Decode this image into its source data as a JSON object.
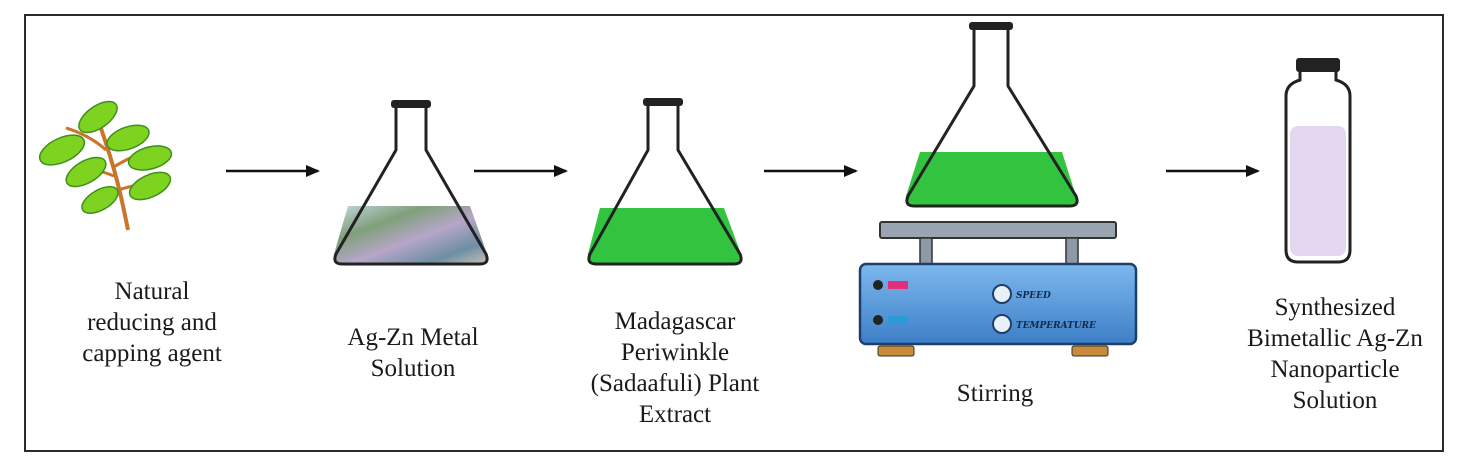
{
  "colors": {
    "frame": "#2b2b2b",
    "arrow": "#111111",
    "leaf": "#7ed321",
    "leaf_vein": "#3f8f1b",
    "stem": "#c9752b",
    "green_solution": "#33c43f",
    "metal_solution": "#8aa0a8",
    "nanoparticle_solution": "#e4d6ee",
    "stirrer_body": "#4a8fd6",
    "stirrer_knob_red": "#e0307a",
    "stirrer_knob_blue": "#2a9bd8"
  },
  "icons": [
    "leaf-branch-icon",
    "flask-metal-solution-icon",
    "flask-plant-extract-icon",
    "magnetic-stirrer-icon",
    "vial-icon"
  ],
  "stirrer": {
    "button_1": "SPEED",
    "button_2": "TEMPERATURE"
  },
  "steps": [
    {
      "lines": [
        "Natural",
        "reducing and",
        "capping agent"
      ]
    },
    {
      "lines": [
        "Ag-Zn Metal",
        "Solution"
      ]
    },
    {
      "lines": [
        "Madagascar",
        "Periwinkle",
        "(Sadaafuli) Plant",
        "Extract"
      ]
    },
    {
      "lines": [
        "Stirring"
      ]
    },
    {
      "lines": [
        "Synthesized",
        "Bimetallic Ag-Zn",
        "Nanoparticle",
        "Solution"
      ]
    }
  ]
}
